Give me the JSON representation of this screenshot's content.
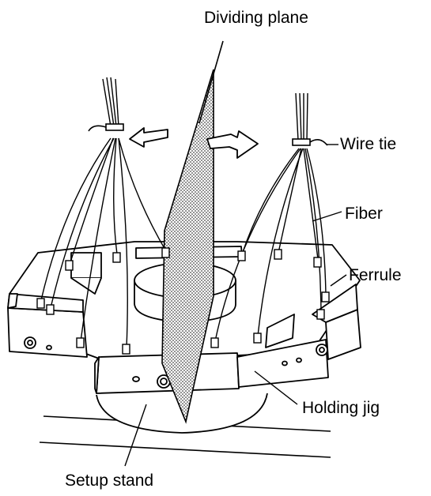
{
  "labels": {
    "dividing_plane": "Dividing plane",
    "wire_tie": "Wire tie",
    "fiber": "Fiber",
    "ferrule": "Ferrule",
    "holding_jig": "Holding jig",
    "setup_stand": "Setup stand"
  },
  "colors": {
    "ink": "#000000",
    "paper": "#ffffff",
    "plane_stipple": "#000000"
  }
}
